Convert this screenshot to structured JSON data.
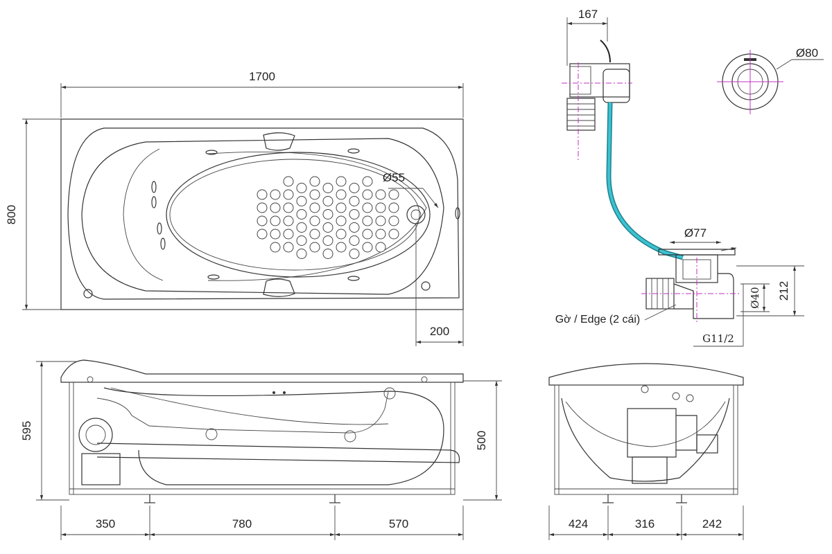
{
  "top_view": {
    "length": "1700",
    "width": "800",
    "drain_dia": "Ø55",
    "drain_offset": "200"
  },
  "drain_detail": {
    "depth_offset": "167",
    "overflow_dia": "Ø80",
    "drain_dia": "Ø77",
    "height": "212",
    "pipe_dia": "Ø40",
    "thread": "G11/2",
    "edge_label": "Gờ / Edge (2 cái)"
  },
  "side_view": {
    "total_height": "595",
    "frame_height": "500",
    "segments": [
      "350",
      "780",
      "570"
    ]
  },
  "end_view": {
    "segments": [
      "424",
      "316",
      "242"
    ]
  },
  "colors": {
    "pipe": "#2aa9b8",
    "centerline": "#c22fc2",
    "line": "#333333"
  }
}
